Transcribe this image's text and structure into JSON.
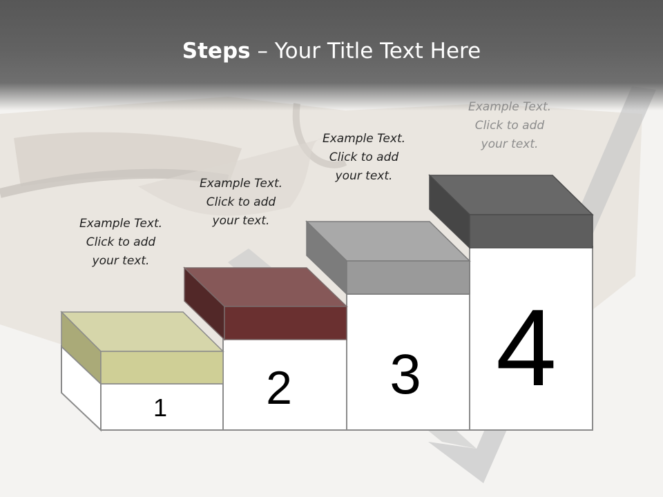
{
  "title": {
    "bold": "Steps",
    "rest": " – Your Title Text Here"
  },
  "steps": [
    {
      "number": "1",
      "caption": [
        "Example Text.",
        "Click  to add",
        "your text."
      ],
      "block_color": "#cfcf96",
      "text_color": "#000000"
    },
    {
      "number": "2",
      "caption": [
        "Example Text.",
        "Click  to add",
        "your text."
      ],
      "block_color": "#6a3030",
      "text_color": "#000000"
    },
    {
      "number": "3",
      "caption": [
        "Example Text.",
        "Click  to add",
        "your text."
      ],
      "block_color": "#9a9a9a",
      "text_color": "#000000"
    },
    {
      "number": "4",
      "caption": [
        "Example Text.",
        "Click  to add",
        "your text."
      ],
      "block_color": "#5e5e5e",
      "text_color": "#8c8c8c"
    }
  ],
  "colors": {
    "title_bar": "#5a5a5a",
    "background": "#f4f3f1",
    "outline": "#8a8a8a"
  }
}
